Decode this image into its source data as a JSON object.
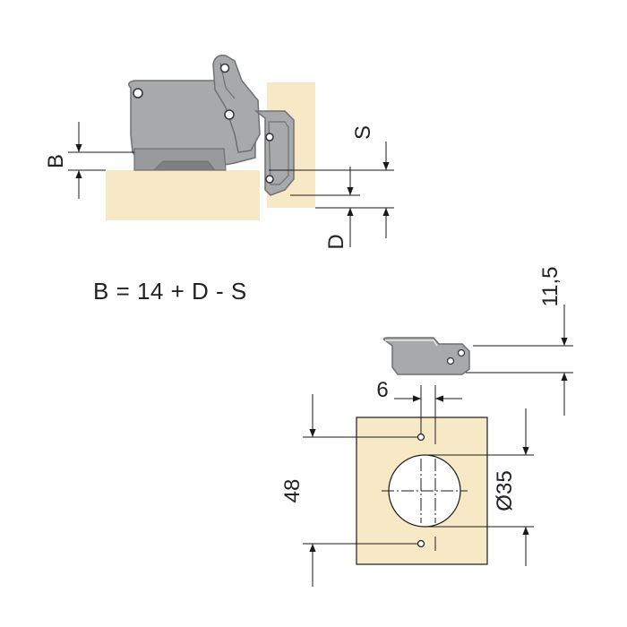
{
  "colors": {
    "wood": "#f8e9c6",
    "metal": "#a7a9ab",
    "metal_dark": "#6f7174",
    "line": "#1a1a1a"
  },
  "hinge_side_view": {
    "label_b": "B",
    "label_s": "S",
    "label_d": "D"
  },
  "formula": "B = 14 + D - S",
  "mounting_plate_view": {
    "height_label": "11,5"
  },
  "cup_hole_view": {
    "offset_label": "6",
    "spacing_label": "48",
    "diameter_label": "Ø35"
  }
}
